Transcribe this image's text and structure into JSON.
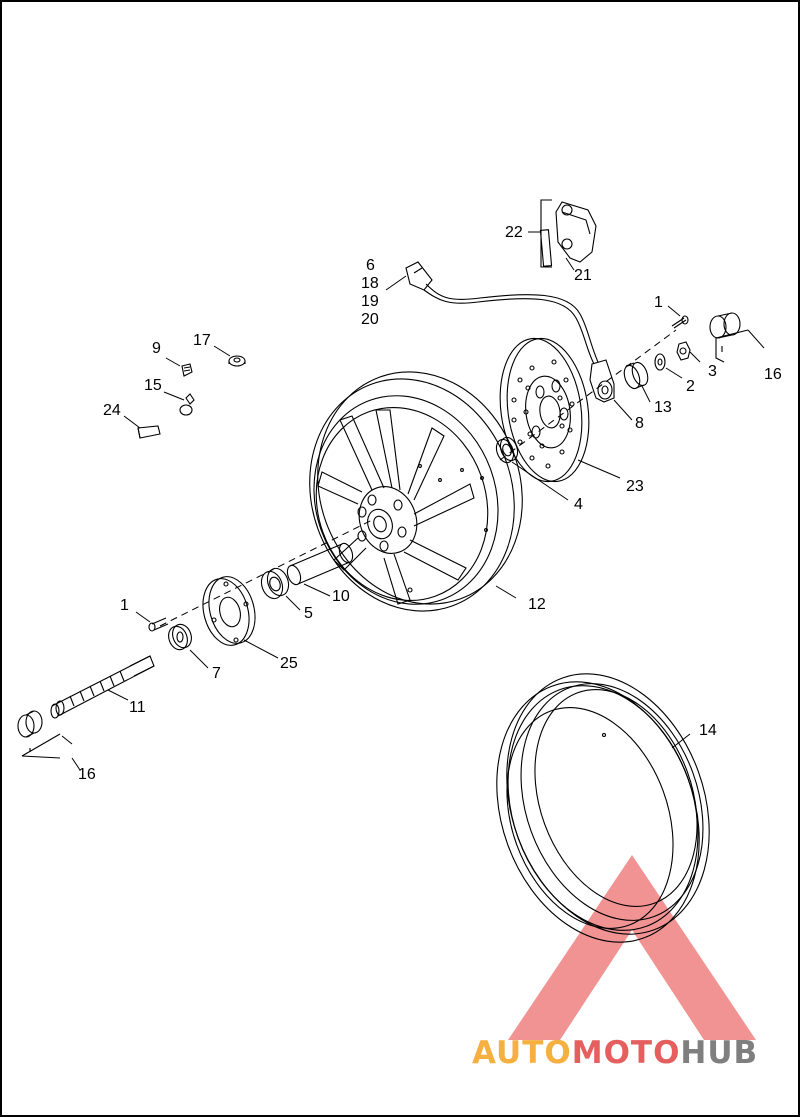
{
  "labels": {
    "l22": "22",
    "l21": "21",
    "l6": "6",
    "l18": "18",
    "l19": "19",
    "l20": "20",
    "l1top": "1",
    "l16top": "16",
    "l3": "3",
    "l2": "2",
    "l13": "13",
    "l8": "8",
    "l4": "4",
    "l23": "23",
    "l9": "9",
    "l17": "17",
    "l15": "15",
    "l24": "24",
    "l12": "12",
    "l10": "10",
    "l5": "5",
    "l1bot": "1",
    "l7": "7",
    "l25": "25",
    "l11": "11",
    "l16bot": "16",
    "l14": "14"
  },
  "watermark": {
    "part1": "AUTO",
    "part2": "MOTO",
    "part3": "HUB",
    "color1": "#f5b041",
    "color2": "#e55f5f",
    "color3": "#7f7f7f",
    "logo_color": "#f08080"
  }
}
